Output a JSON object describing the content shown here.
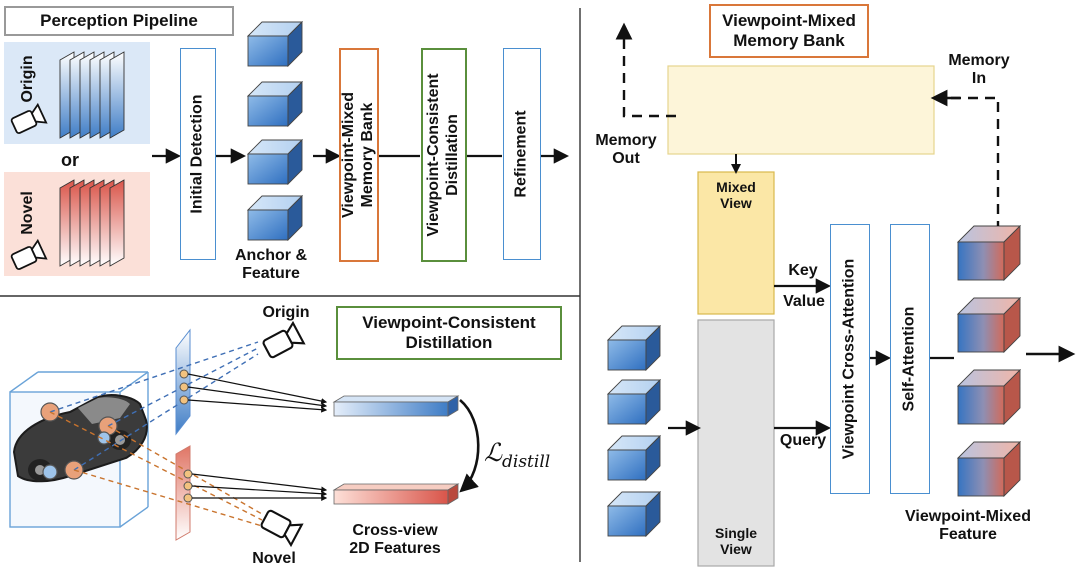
{
  "pipeline": {
    "title": "Perception Pipeline",
    "origin_label": "Origin",
    "or_label": "or",
    "novel_label": "Novel",
    "initial_detection": "Initial Detection",
    "anchor_feature": [
      "Anchor &",
      "Feature"
    ],
    "memory_bank_module": [
      "Viewpoint-Mixed",
      "Memory Bank"
    ],
    "distillation_module": [
      "Viewpoint-Consistent",
      "Distillation"
    ],
    "refinement": "Refinement"
  },
  "distillation": {
    "title": [
      "Viewpoint-Consistent",
      "Distillation"
    ],
    "origin_label": "Origin",
    "novel_label": "Novel",
    "loss_symbol": "ℒ",
    "loss_subscript": "distill",
    "features_label": [
      "Cross-view",
      "2D Features"
    ]
  },
  "memory": {
    "title": [
      "Viewpoint-Mixed",
      "Memory Bank"
    ],
    "memory_in": [
      "Memory",
      "In"
    ],
    "memory_out": [
      "Memory",
      "Out"
    ],
    "mixed_view": [
      "Mixed",
      "View"
    ],
    "single_view": [
      "Single",
      "View"
    ],
    "key_label": "Key",
    "value_label": "Value",
    "query_label": "Query",
    "cross_attention": "Viewpoint Cross-Attention",
    "self_attention": "Self-Attention",
    "output_label": [
      "Viewpoint-Mixed",
      "Feature"
    ]
  },
  "colors": {
    "blue": "#3f7dc6",
    "blue_light": "#dce9f8",
    "red": "#d36b5c",
    "red_light": "#fbe1da",
    "orange_border": "#d9773a",
    "green_border": "#5a8f3c",
    "yellow_fill": "#fbe7a6",
    "gray_fill": "#e3e3e3"
  }
}
